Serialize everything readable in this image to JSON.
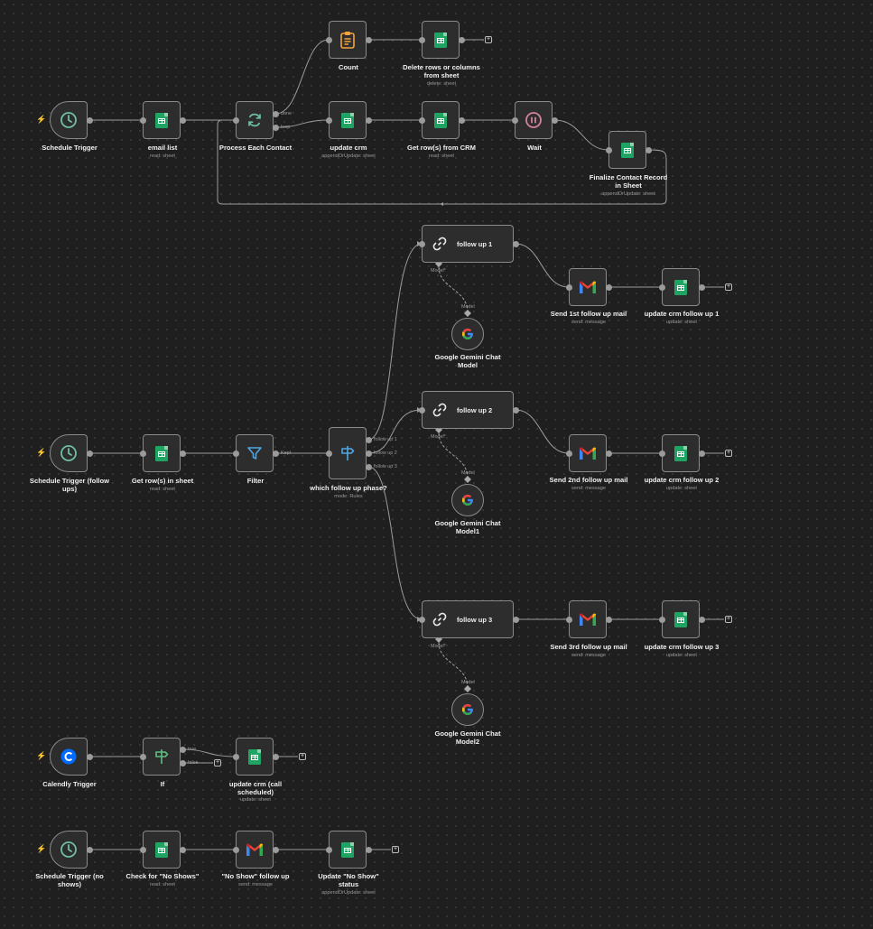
{
  "colors": {
    "canvas": "#1f1f1f",
    "node_fill": "#2d2d2d",
    "node_border": "#8a8a8a",
    "wire": "#9b9b9b",
    "trigger_bolt": "#ff6d3a",
    "sheets_green": "#1fa463",
    "schedule_teal": "#6fbfa7",
    "switch_blue": "#4ea6e6",
    "count_orange": "#f5a33a",
    "wait_pink": "#d4829b"
  },
  "icons": {
    "schedule": "clock-icon",
    "sheets": "google-sheets-icon",
    "loop": "refresh-icon",
    "count": "clipboard-icon",
    "wait": "pause-icon",
    "chain": "link-icon",
    "gmail": "gmail-icon",
    "gemini": "google-g-icon",
    "filter": "funnel-icon",
    "switch": "signpost-icon",
    "calendly": "calendly-icon",
    "trigger": "lightning-icon"
  },
  "nodes": {
    "schedule_trigger": {
      "label": "Schedule Trigger"
    },
    "email_list": {
      "label": "email list",
      "sub": "read: sheet"
    },
    "process_each": {
      "label": "Process Each Contact",
      "out_done": "done",
      "out_loop": "loop"
    },
    "count": {
      "label": "Count"
    },
    "delete_rows": {
      "label": "Delete rows or columns from sheet",
      "sub": "delete: sheet"
    },
    "update_crm": {
      "label": "update crm",
      "sub": "appendOrUpdate: sheet"
    },
    "get_rows_crm": {
      "label": "Get row(s) from CRM",
      "sub": "read: sheet"
    },
    "wait": {
      "label": "Wait"
    },
    "finalize": {
      "label": "Finalize Contact Record in Sheet",
      "sub": "appendOrUpdate: sheet"
    },
    "schedule_followups": {
      "label": "Schedule Trigger (follow ups)"
    },
    "get_rows_sheet": {
      "label": "Get row(s) in sheet",
      "sub": "read: sheet"
    },
    "filter": {
      "label": "Filter",
      "out_kept": "Kept"
    },
    "which_phase": {
      "label": "which follow up phase?",
      "sub": "mode: Rules",
      "out1": "follow up 1",
      "out2": "follow up 2",
      "out3": "follow up 3"
    },
    "follow_up_1": {
      "label": "follow up 1",
      "model_port": "Model*"
    },
    "follow_up_2": {
      "label": "follow up 2",
      "model_port": "Model*"
    },
    "follow_up_3": {
      "label": "follow up 3",
      "model_port": "Model*"
    },
    "gemini_1": {
      "label": "Google Gemini Chat Model",
      "port": "Model"
    },
    "gemini_2": {
      "label": "Google Gemini Chat Model1",
      "port": "Model"
    },
    "gemini_3": {
      "label": "Google Gemini Chat Model2",
      "port": "Model"
    },
    "send_1": {
      "label": "Send 1st follow up mail",
      "sub": "send: message"
    },
    "send_2": {
      "label": "Send 2nd follow up mail",
      "sub": "send: message"
    },
    "send_3": {
      "label": "Send 3rd follow up mail",
      "sub": "send: message"
    },
    "upd_1": {
      "label": "update crm follow up 1",
      "sub": "update: sheet"
    },
    "upd_2": {
      "label": "update crm follow up 2",
      "sub": "update: sheet"
    },
    "upd_3": {
      "label": "update crm follow up 3",
      "sub": "update: sheet"
    },
    "calendly": {
      "label": "Calendly Trigger"
    },
    "if": {
      "label": "If",
      "out_true": "true",
      "out_false": "false"
    },
    "update_call": {
      "label": "update crm (call scheduled)",
      "sub": "update: sheet"
    },
    "schedule_noshows": {
      "label": "Schedule Trigger (no shows)"
    },
    "check_noshows": {
      "label": "Check for \"No Shows\"",
      "sub": "read: sheet"
    },
    "noshow_followup": {
      "label": "\"No Show\" follow up",
      "sub": "send: message"
    },
    "update_noshow": {
      "label": "Update \"No Show\" status",
      "sub": "appendOrUpdate: sheet"
    }
  }
}
